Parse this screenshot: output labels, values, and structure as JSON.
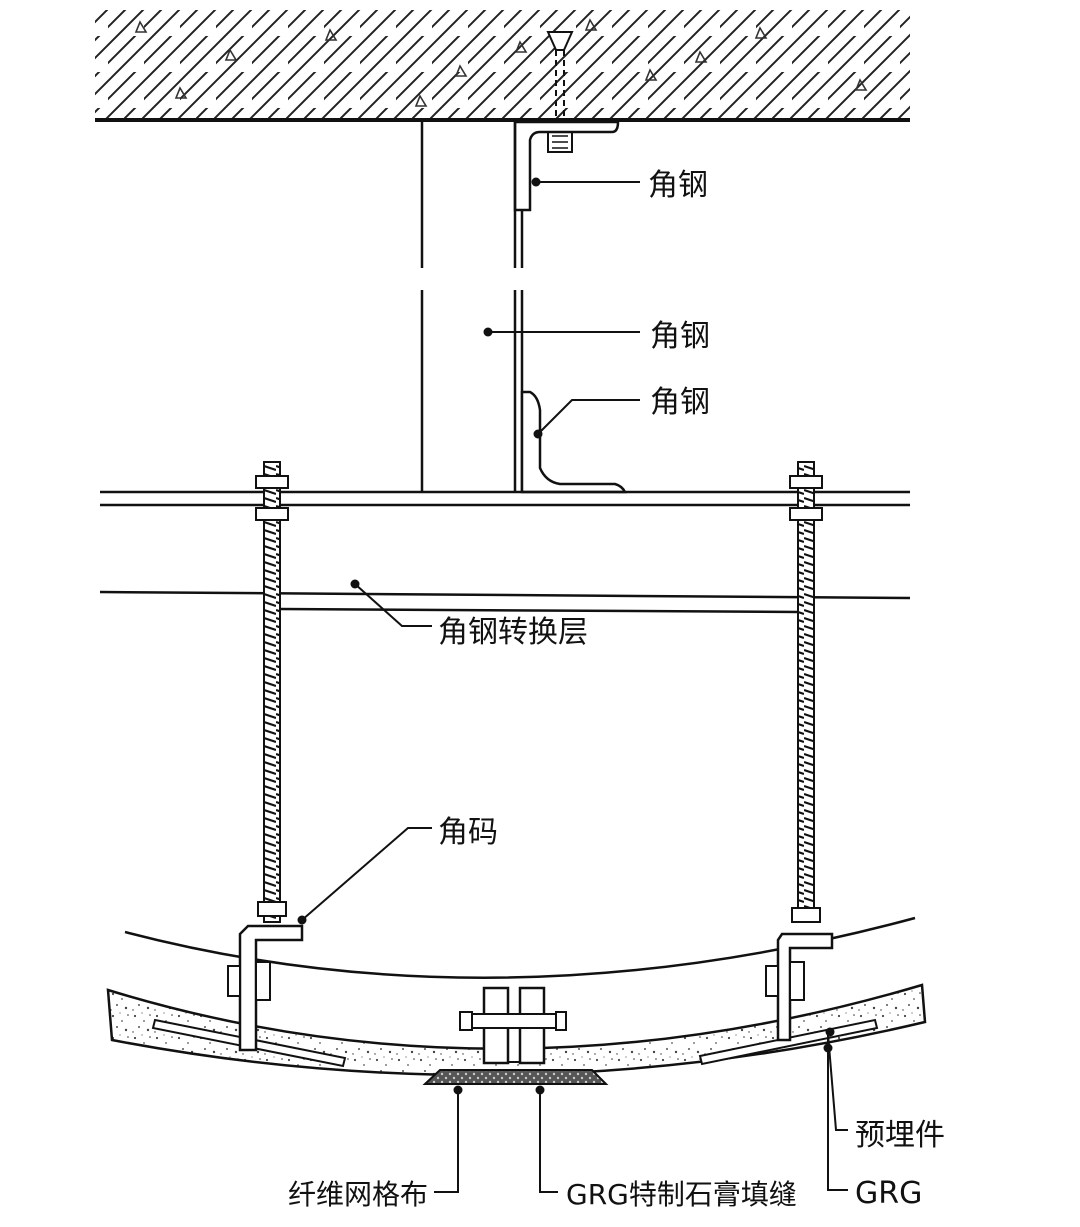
{
  "labels": {
    "angle_steel_1": "角钢",
    "angle_steel_2": "角钢",
    "angle_steel_3": "角钢",
    "conversion_layer": "角钢转换层",
    "corner_bracket": "角码",
    "embedded_part": "预埋件",
    "grg": "GRG",
    "fiber_mesh": "纤维网格布",
    "grg_gypsum_filler": "GRG特制石膏填缝"
  }
}
